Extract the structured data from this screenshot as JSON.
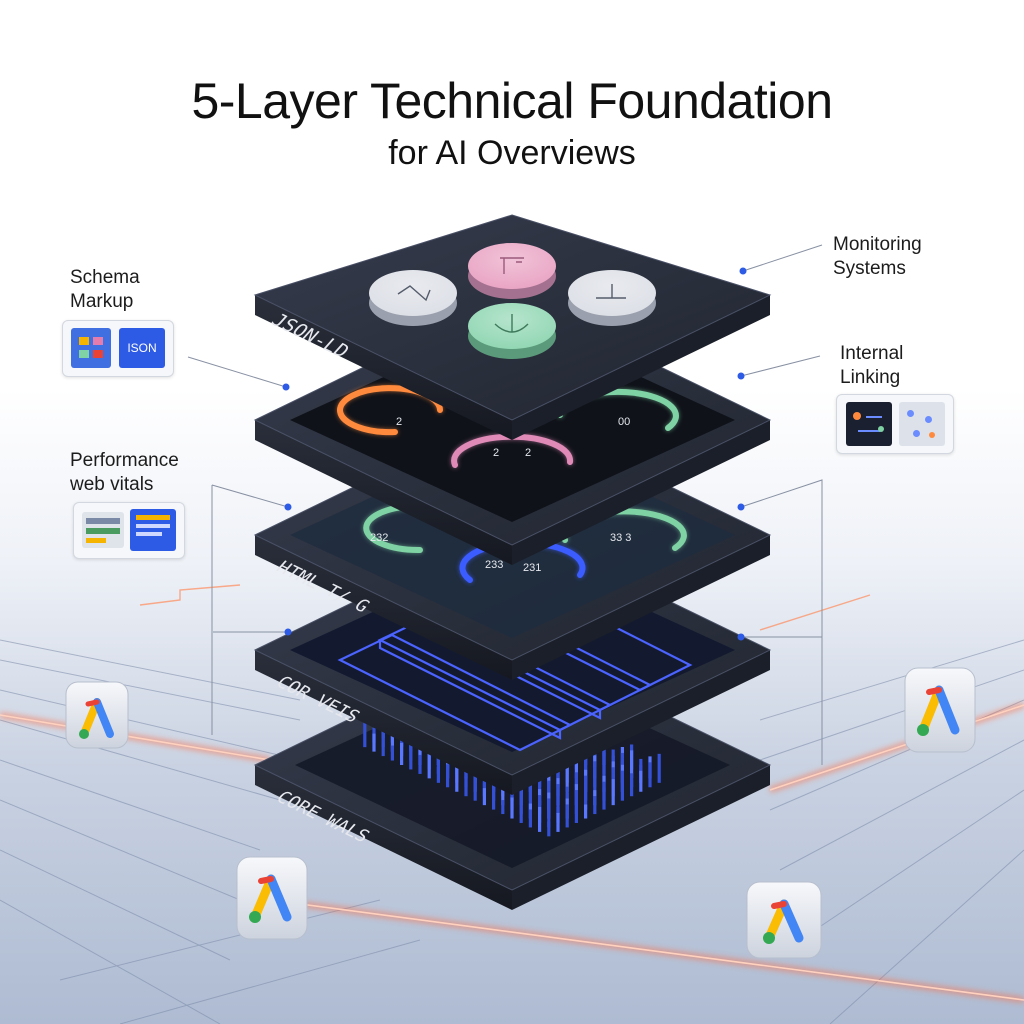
{
  "title": "5-Layer Technical Foundation",
  "subtitle": "for AI Overviews",
  "callouts": {
    "schema_line1": "Schema",
    "schema_line2": "Markup",
    "schema_badge": "ISON",
    "performance_line1": "Performance",
    "performance_line2": "web vitals",
    "monitoring_line1": "Monitoring",
    "monitoring_line2": "Systems",
    "linking_line1": "Internal",
    "linking_line2": "Linking"
  },
  "layers": [
    {
      "label": "JSON-LD"
    },
    {
      "label": "",
      "ring1": "2",
      "ring2": "00",
      "ring3a": "2",
      "ring3b": "2"
    },
    {
      "label": "HTML T/ G",
      "ring1": "232",
      "ring2": "33 3",
      "ring3a": "233",
      "ring3b": "231"
    },
    {
      "label": "COR VEIS"
    },
    {
      "label": "CORE WALS"
    }
  ],
  "colors": {
    "slab": "#2b3140",
    "ring_orange": "#ff8a3d",
    "ring_green": "#7fd2a4",
    "ring_pink": "#e08ab8",
    "ring_blue": "#3b5cff",
    "node_pink": "#e9a3c3",
    "node_gray": "#dcdfe6",
    "node_green": "#8fd6b2",
    "accent_blue": "#2e5be6",
    "glow": "#ff6a3d"
  },
  "icons": [
    "google-ads-icon",
    "google-ads-icon",
    "google-ads-icon",
    "google-ads-icon"
  ]
}
